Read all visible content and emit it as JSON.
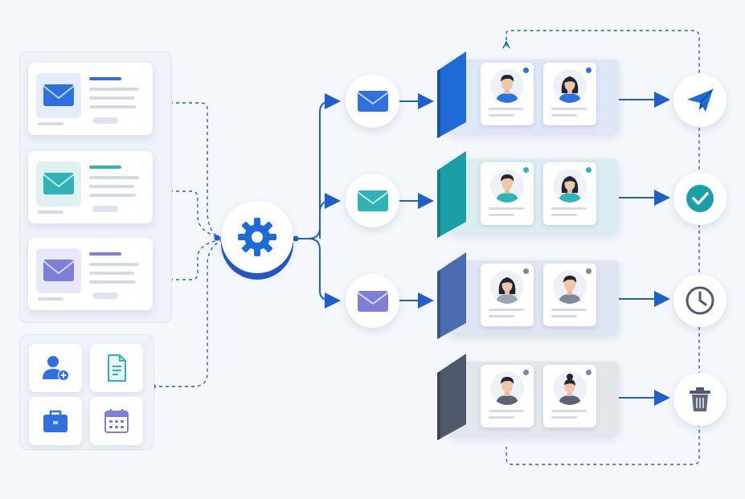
{
  "colors": {
    "background": "#f4f7fc",
    "connector": "#1f5fc8",
    "blue": "#1e6ad6",
    "teal": "#1a9fa6",
    "slate_blue": "#4a6bb0",
    "gray": "#4e5a6c",
    "purple": "#7d7fd8"
  },
  "templates": [
    {
      "icon": "envelope-blue-icon",
      "accent": "#2f6fe0"
    },
    {
      "icon": "envelope-teal-icon",
      "accent": "#2fb3b6"
    },
    {
      "icon": "envelope-purple-icon",
      "accent": "#7d7fd8"
    }
  ],
  "sources": [
    {
      "icon": "add-user-icon"
    },
    {
      "icon": "document-icon"
    },
    {
      "icon": "briefcase-icon"
    },
    {
      "icon": "calendar-icon"
    }
  ],
  "hub": {
    "icon": "gear-icon"
  },
  "channels": [
    {
      "icon": "envelope-blue-icon"
    },
    {
      "icon": "envelope-teal-icon"
    },
    {
      "icon": "envelope-purple-icon"
    }
  ],
  "segments": [
    {
      "spine": "#1e6ad6",
      "tray": "#dde7f7",
      "contacts": [
        "man",
        "woman"
      ]
    },
    {
      "spine": "#1a9fa6",
      "tray": "#dcedf0",
      "contacts": [
        "man",
        "woman"
      ]
    },
    {
      "spine": "#4a6bb0",
      "tray": "#dfe5f2",
      "contacts": [
        "woman",
        "man"
      ]
    },
    {
      "spine": "#4e5a6c",
      "tray": "#e3e7ec",
      "contacts": [
        "man",
        "woman"
      ]
    }
  ],
  "actions": [
    {
      "icon": "send-icon"
    },
    {
      "icon": "check-icon"
    },
    {
      "icon": "clock-icon"
    },
    {
      "icon": "trash-icon"
    }
  ]
}
